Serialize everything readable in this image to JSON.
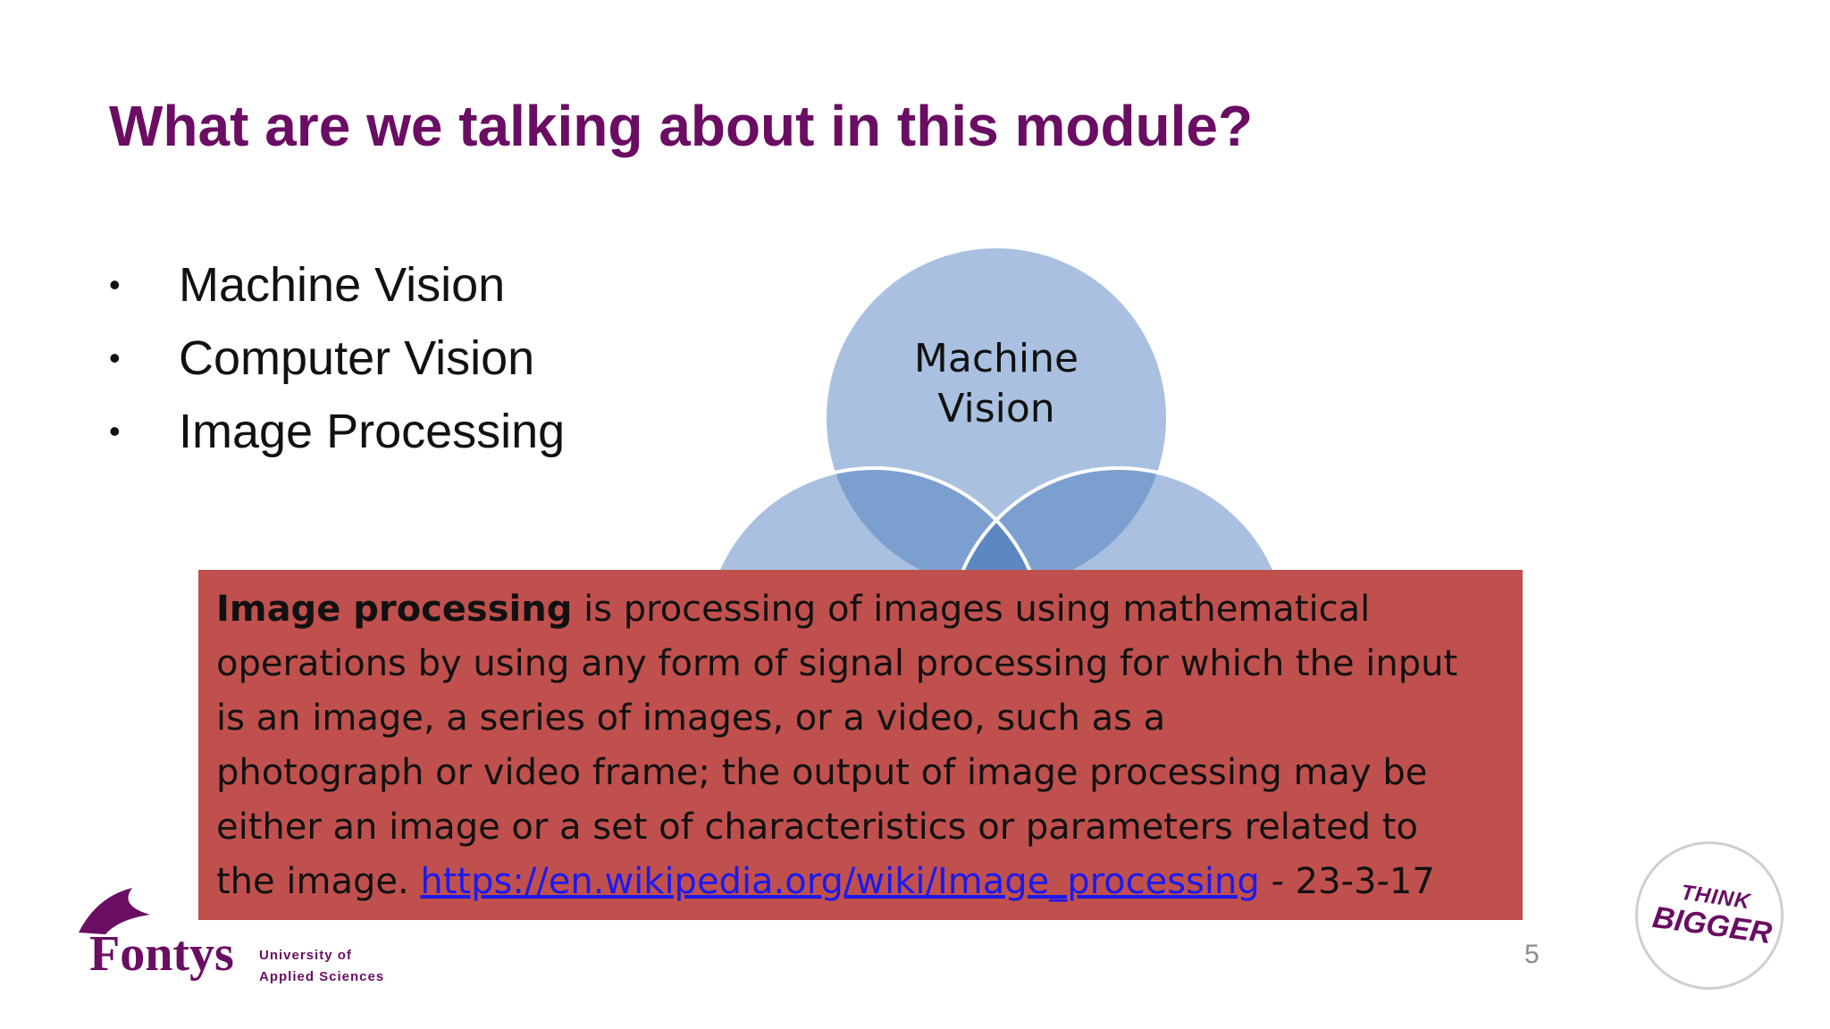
{
  "slide": {
    "title": "What are we talking about in this module?",
    "page_number": "5",
    "bullets": [
      {
        "text": "Machine Vision"
      },
      {
        "text": "Computer Vision"
      },
      {
        "text": "Image Processing"
      }
    ]
  },
  "diagram": {
    "circle_top_label_line1": "Machine",
    "circle_top_label_line2": "Vision",
    "circle_color": "#a9c0e0",
    "overlap_color": "#7ba0cf"
  },
  "popup": {
    "term": "Image processing",
    "line1_rest": " is processing of images using mathematical",
    "line2": "operations by using any form of signal processing for which the input",
    "line3": "is an image, a series of images, or a video, such as a",
    "line4": "photograph or video frame; the output of image processing may be",
    "line5": "either an image or a set of characteristics or parameters related to",
    "line6_start": "the image. ",
    "link": "https://en.wikipedia.org/wiki/Image_processing",
    "line6_end": " - 23-3-17",
    "background": "#c0504d"
  },
  "footer": {
    "logo": "Fontys",
    "university_line1": "University of",
    "university_line2": "Applied Sciences",
    "badge_line1": "THINK",
    "badge_line2": "BIGGER"
  }
}
